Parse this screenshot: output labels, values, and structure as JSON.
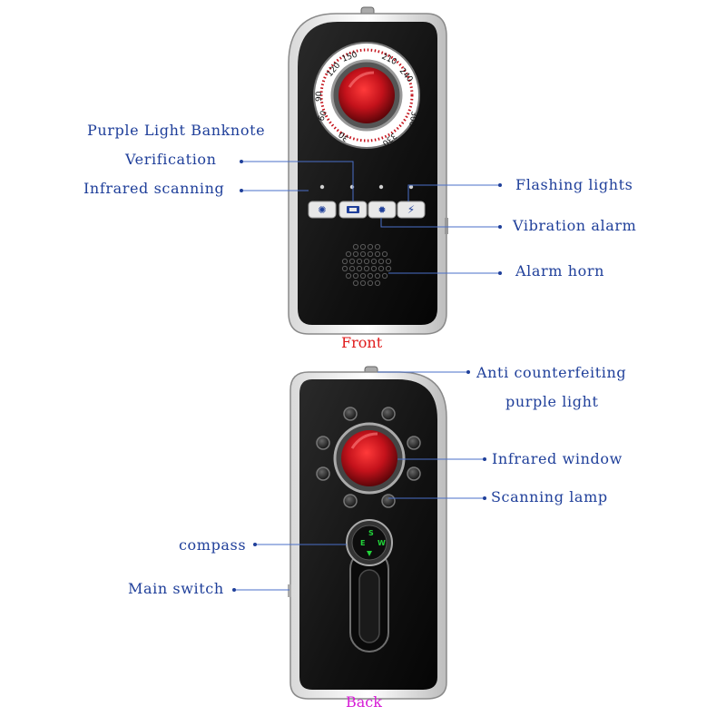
{
  "front": {
    "caption": "Front",
    "caption_color": "#e01b1b",
    "dial_numbers": [
      "60",
      "90",
      "120",
      "150",
      "210",
      "240",
      "300",
      "330",
      "30"
    ],
    "labels": {
      "purple_light_banknote": "Purple Light Banknote",
      "verification": "Verification",
      "infrared_scanning": "Infrared scanning",
      "flashing_lights": "Flashing lights",
      "vibration_alarm": "Vibration alarm",
      "alarm_horn": "Alarm horn"
    }
  },
  "back": {
    "caption": "Back",
    "caption_color": "#d61ad6",
    "compass_letters": [
      "S",
      "W",
      "E"
    ],
    "labels": {
      "anti_counterfeiting_1": "Anti counterfeiting",
      "anti_counterfeiting_2": "purple light",
      "infrared_window": "Infrared window",
      "scanning_lamp": "Scanning lamp",
      "compass": "compass",
      "main_switch": "Main switch"
    }
  },
  "colors": {
    "label_text": "#1f3f9a",
    "device_body": "#121212",
    "lens_red": "#c4121b"
  }
}
